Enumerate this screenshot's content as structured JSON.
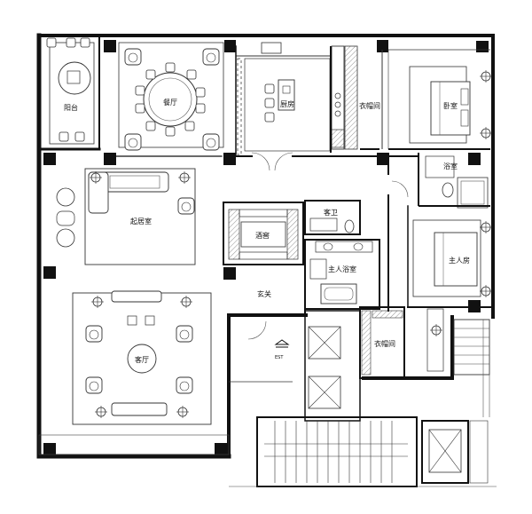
{
  "rooms": {
    "balcony": "阳台",
    "dining": "餐厅",
    "kitchen": "厨房",
    "closet_north": "衣帽间",
    "bedroom": "卧室",
    "bathroom": "浴室",
    "lounge": "起居室",
    "wine_cellar": "酒窖",
    "guest_wc": "客卫",
    "master_bath": "主人浴室",
    "master_bedroom": "主人房",
    "foyer": "玄关",
    "living": "客厅",
    "closet_south": "衣帽间"
  },
  "exit_sign": "EST",
  "colors": {
    "wall": "#111111",
    "line": "#333333",
    "hatch": "#777777"
  }
}
